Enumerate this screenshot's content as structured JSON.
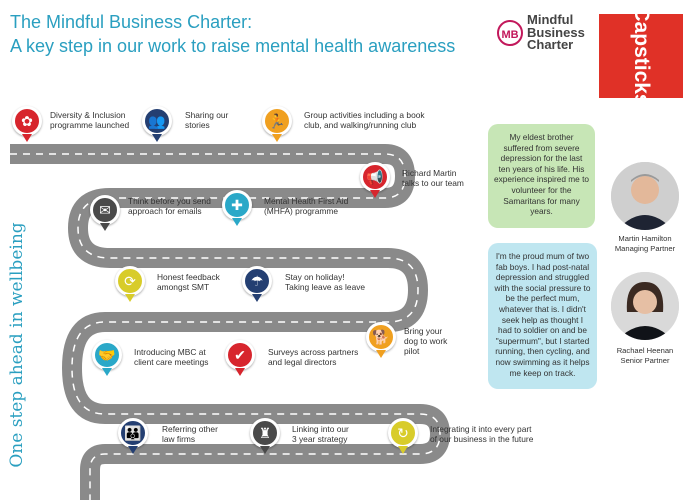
{
  "header": {
    "title_line1": "The Mindful Business Charter:",
    "title_line2": "A key step in our work to raise mental health awareness"
  },
  "logos": {
    "mbc_mark": "MB",
    "mbc_line1": "Mindful",
    "mbc_line2": "Business",
    "mbc_line3": "Charter",
    "capsticks": "Capsticks"
  },
  "vertical_title": "One step ahead in wellbeing",
  "milestones": [
    {
      "icon": "diversity-icon",
      "color": "#d7252d",
      "line1": "Diversity & Inclusion",
      "line2": "programme launched"
    },
    {
      "icon": "people-icon",
      "color": "#243f72",
      "line1": "Sharing our",
      "line2": "stories"
    },
    {
      "icon": "running-icon",
      "color": "#f0a020",
      "line1": "Group activities including a book",
      "line2": "club, and walking/running club"
    },
    {
      "icon": "megaphone-icon",
      "color": "#d7252d",
      "line1": "Richard Martin",
      "line2": "talks to our team"
    },
    {
      "icon": "envelope-icon",
      "color": "#4a4a4a",
      "line1": "Think before you send",
      "line2": "approach for emails"
    },
    {
      "icon": "first-aid-icon",
      "color": "#2aa8c8",
      "line1": "Mental Health First Aid",
      "line2": "(MHFA) programme"
    },
    {
      "icon": "feedback-icon",
      "color": "#d8cc2a",
      "line1": "Honest feedback",
      "line2": "amongst SMT"
    },
    {
      "icon": "beach-icon",
      "color": "#243f72",
      "line1": "Stay on holiday!",
      "line2": "Taking leave as leave"
    },
    {
      "icon": "dog-icon",
      "color": "#f0a020",
      "line1": "Bring your",
      "line2": "dog to work",
      "line3": "pilot"
    },
    {
      "icon": "handshake-icon",
      "color": "#2aa8c8",
      "line1": "Introducing MBC at",
      "line2": "client care meetings"
    },
    {
      "icon": "survey-icon",
      "color": "#d7252d",
      "line1": "Surveys across partners",
      "line2": "and legal directors"
    },
    {
      "icon": "family-icon",
      "color": "#243f72",
      "line1": "Referring other",
      "line2": "law firms"
    },
    {
      "icon": "chess-rook-icon",
      "color": "#4a4a4a",
      "line1": "Linking into our",
      "line2": "3 year strategy"
    },
    {
      "icon": "cycle-icon",
      "color": "#d8cc2a",
      "line1": "Integrating it into every part",
      "line2": "of our business in the future"
    }
  ],
  "testimonials": [
    {
      "quote": "My eldest brother suffered from severe depression for the last ten years of his life. His experience inspired me to volunteer for the Samaritans for many years.",
      "name": "Martin Hamilton",
      "role": "Managing Partner"
    },
    {
      "quote": "I'm the proud mum of two fab boys. I had post-natal depression and struggled with the social pressure to be the perfect mum, whatever that is. I didn't seek help as thought I had to soldier on and be \"supermum\", but I started running, then cycling, and now swimming as it helps me keep on track.",
      "name": "Rachael Heenan",
      "role": "Senior Partner"
    }
  ]
}
